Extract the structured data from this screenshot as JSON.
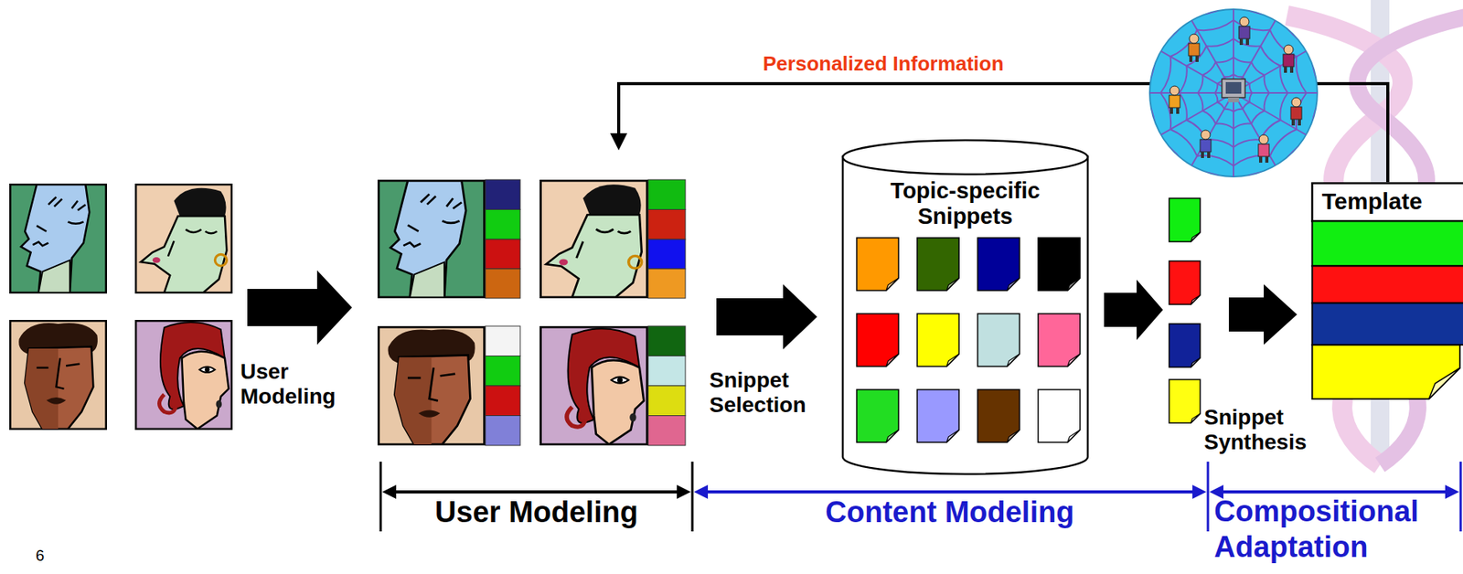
{
  "diagram": {
    "nodes": [
      {
        "text": [
          "Topic-specific Snippets"
        ]
      },
      {
        "text": [
          "Template"
        ]
      }
    ],
    "labels": [
      "Personalized Information",
      "User Modeling",
      "Snippet Selection",
      "Snippet Synthesis",
      "User Modeling",
      "Content Modeling",
      "Compositional Adaptation",
      "6"
    ]
  }
}
